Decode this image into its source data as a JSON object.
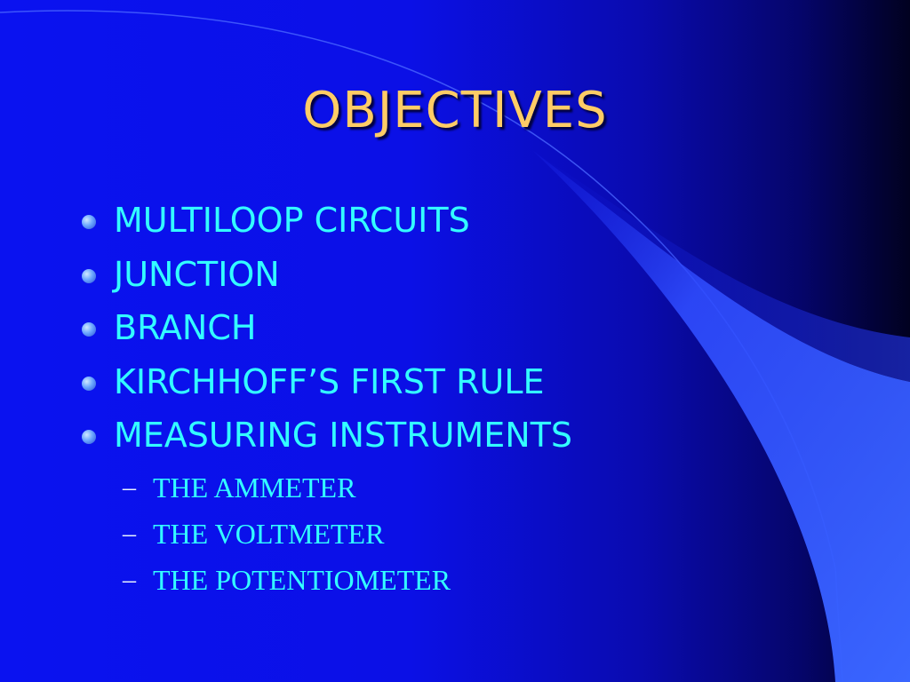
{
  "slide": {
    "title": "OBJECTIVES",
    "bullets": [
      "MULTILOOP CIRCUITS",
      "JUNCTION",
      "BRANCH",
      "KIRCHHOFF’S FIRST RULE",
      "MEASURING INSTRUMENTS"
    ],
    "sub_bullets": [
      "THE AMMETER",
      "THE VOLTMETER",
      "THE POTENTIOMETER"
    ],
    "dash_glyph": "–"
  },
  "colors": {
    "title": "#ffcc66",
    "text": "#33ffff",
    "background": "#0a12f0",
    "swoosh": "#3a5cff"
  }
}
